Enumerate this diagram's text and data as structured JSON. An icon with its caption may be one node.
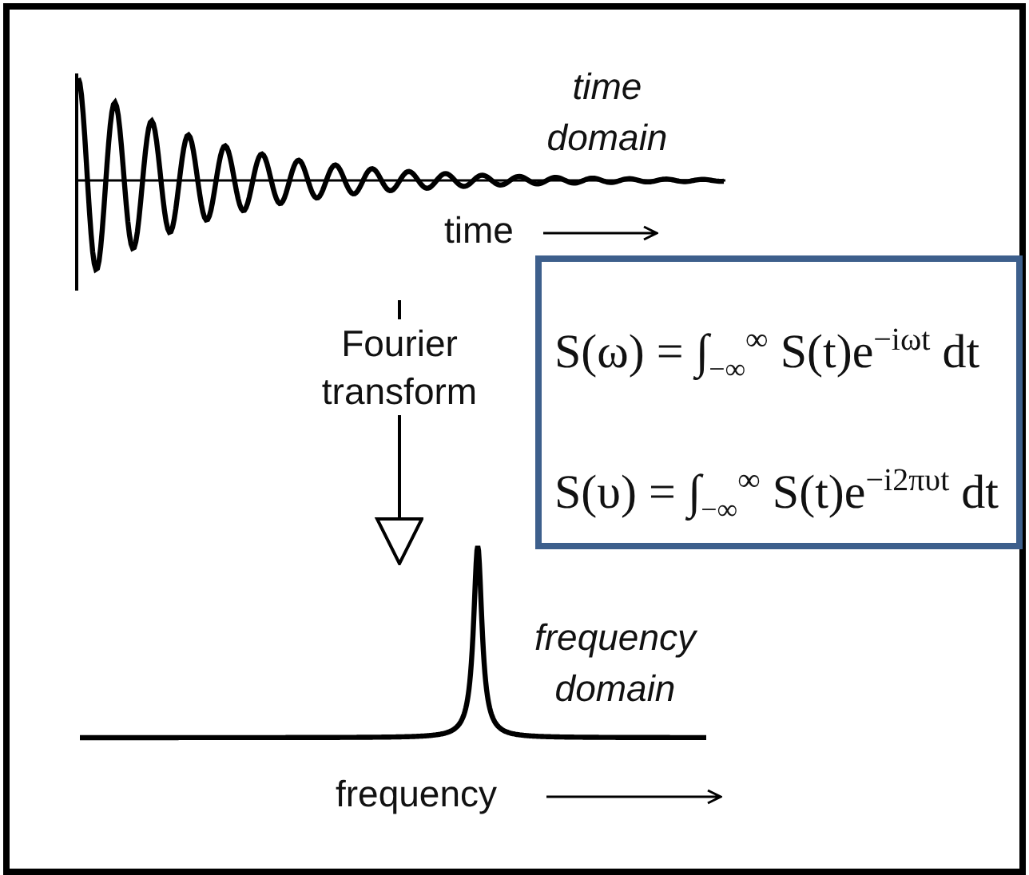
{
  "diagram": {
    "nodes": [
      {
        "text": [
          "time domain"
        ]
      },
      {
        "text": [
          "frequency domain"
        ]
      },
      {
        "text": [
          "S(ω) = ∫$_{−∞}$$^{∞}$ S(t)e$^{−iωt}$ dt",
          "S(υ) = ∫$_{−∞}$$^{∞}$ S(t)e$^{−i2πυt}$ dt"
        ]
      }
    ],
    "edges": [
      {
        "from": 0,
        "to": 1,
        "arrow": "to",
        "label": "Fourier transform"
      }
    ],
    "labels": [
      "time",
      "frequency"
    ]
  }
}
